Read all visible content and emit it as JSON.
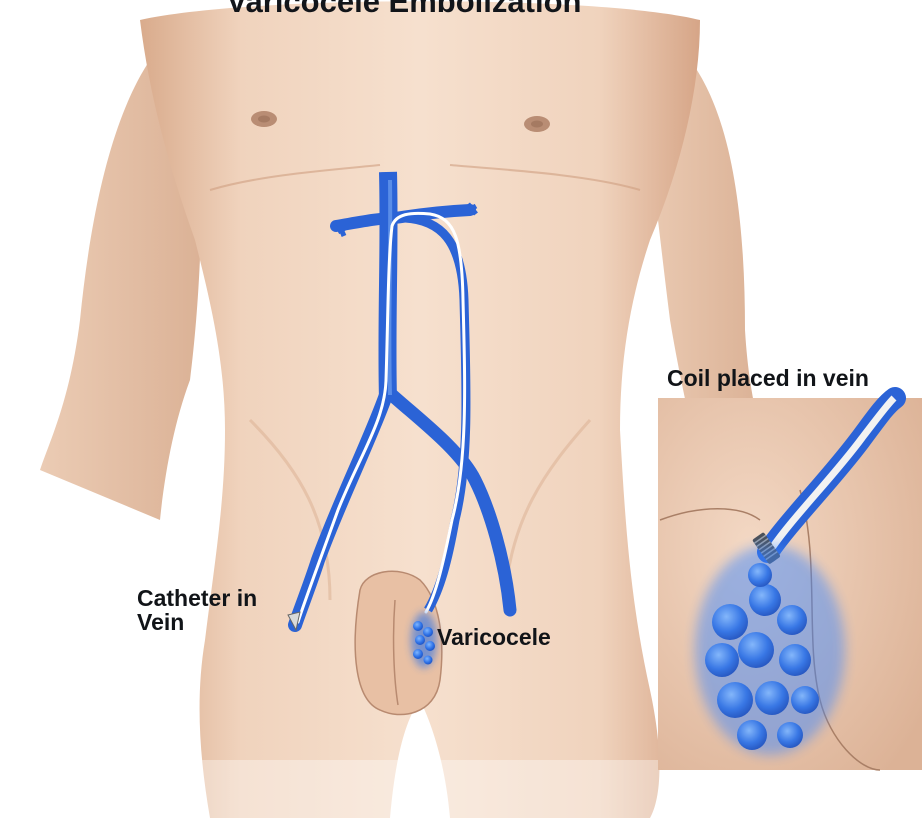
{
  "title": "Varicocele Embolization",
  "labels": {
    "catheter": "Catheter in\nVein",
    "varicocele": "Varicocele",
    "coil": "Coil placed in vein"
  },
  "colors": {
    "skin": "#efd2bb",
    "skin_shadow": "#cfa488",
    "vein": "#2b63d6",
    "vein_light": "#5a95ee",
    "catheter": "#ffffff",
    "coil": "#5a5f66",
    "background": "#ffffff"
  }
}
